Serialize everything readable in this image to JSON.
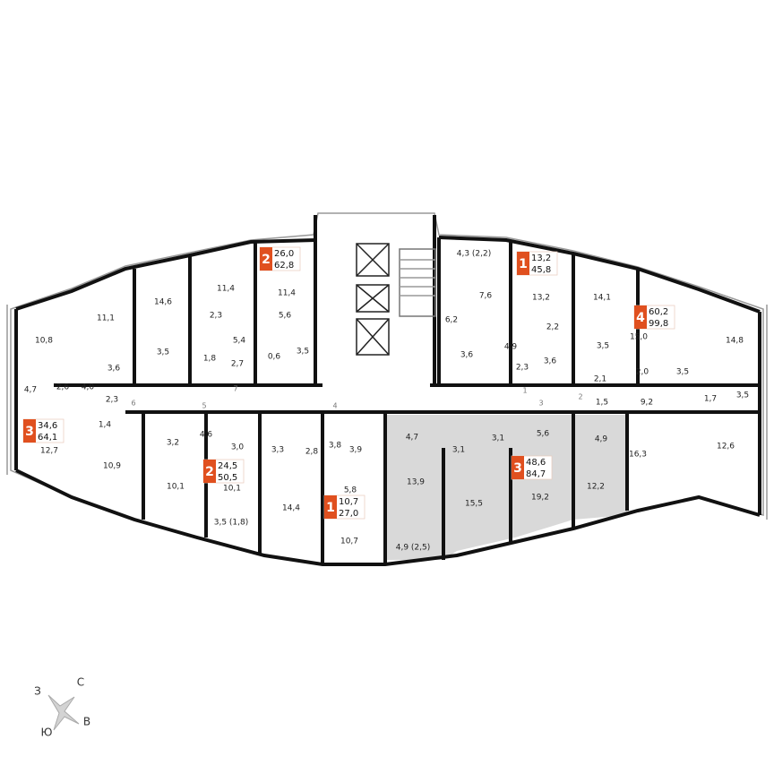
{
  "accent_color": "#e0501f",
  "highlight_fill": "#d9d9d9",
  "rooms": [
    "10,8",
    "11,1",
    "14,6",
    "11,4",
    "2,3",
    "11,4",
    "5,6",
    "5,4",
    "3,5",
    "3,6",
    "1,8",
    "2,7",
    "0,6",
    "3,5",
    "4,7",
    "2,6",
    "4,0",
    "2,3",
    "1,4",
    "12,7",
    "10,9",
    "3,2",
    "4,6",
    "3,0",
    "3,3",
    "10,1",
    "10,1",
    "3,5 (1,8)",
    "14,4",
    "2,8",
    "3,8",
    "3,9",
    "5,8",
    "10,7",
    "4,3 (2,2)",
    "7,6",
    "13,2",
    "6,2",
    "14,1",
    "2,2",
    "4,9",
    "3,6",
    "3,6",
    "2,3",
    "3,5",
    "15,0",
    "14,8",
    "2,0",
    "3,5",
    "2,1",
    "1,7",
    "3,5",
    "1,5",
    "9,2",
    "4,7",
    "3,1",
    "3,1",
    "5,6",
    "4,9",
    "16,3",
    "12,6",
    "13,9",
    "15,5",
    "19,2",
    "12,2",
    "4,9 (2,5)"
  ],
  "apartments": [
    {
      "rooms": "2",
      "living": "26,0",
      "total": "62,8"
    },
    {
      "rooms": "1",
      "living": "13,2",
      "total": "45,8"
    },
    {
      "rooms": "4",
      "living": "60,2",
      "total": "99,8"
    },
    {
      "rooms": "3",
      "living": "34,6",
      "total": "64,1"
    },
    {
      "rooms": "2",
      "living": "24,5",
      "total": "50,5"
    },
    {
      "rooms": "1",
      "living": "10,7",
      "total": "27,0"
    },
    {
      "rooms": "3",
      "living": "48,6",
      "total": "84,7"
    }
  ],
  "doors": [
    "7",
    "6",
    "5",
    "4",
    "3",
    "2",
    "1"
  ],
  "compass": {
    "west": "З",
    "north": "С",
    "south": "Ю",
    "east": "В"
  }
}
